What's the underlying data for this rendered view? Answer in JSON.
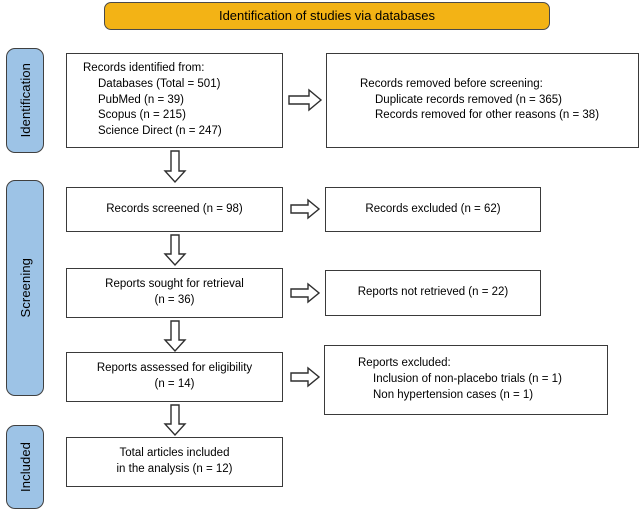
{
  "diagram": {
    "title": "Identification of studies via databases",
    "colors": {
      "banner": "#F3B315",
      "stage_tab": "#9DC3E6",
      "box_border": "#3a3a3a",
      "text": "#000000",
      "background": "#ffffff"
    }
  },
  "stages": [
    {
      "label": "Identification"
    },
    {
      "label": "Screening"
    },
    {
      "label": "Included"
    }
  ],
  "boxes": {
    "records_identified": {
      "lines": [
        "Records identified from:",
        "Databases (Total = 501)",
        "PubMed (n = 39)",
        "Scopus (n = 215)",
        "Science Direct (n = 247)"
      ]
    },
    "records_removed": {
      "lines": [
        "Records removed before screening:",
        "Duplicate records removed (n = 365)",
        "Records removed for other reasons (n = 38)"
      ]
    },
    "records_screened": {
      "lines": [
        "Records screened (n = 98)"
      ]
    },
    "records_excluded": {
      "lines": [
        "Records excluded (n = 62)"
      ]
    },
    "reports_sought": {
      "lines": [
        "Reports sought for retrieval",
        "(n = 36)"
      ]
    },
    "reports_not_retrieved": {
      "lines": [
        "Reports not retrieved (n = 22)"
      ]
    },
    "reports_assessed": {
      "lines": [
        "Reports assessed for eligibility",
        "(n = 14)"
      ]
    },
    "reports_excluded": {
      "lines": [
        "Reports excluded:",
        "Inclusion of non-placebo trials (n = 1)",
        "Non hypertension cases (n = 1)"
      ]
    },
    "total_included": {
      "lines": [
        "Total articles included",
        "in the analysis (n = 12)"
      ]
    }
  },
  "arrows": {
    "right_1": "right-arrow",
    "right_2": "right-arrow",
    "right_3": "right-arrow",
    "right_4": "right-arrow",
    "down_1": "down-arrow",
    "down_2": "down-arrow",
    "down_3": "down-arrow",
    "down_4": "down-arrow"
  }
}
